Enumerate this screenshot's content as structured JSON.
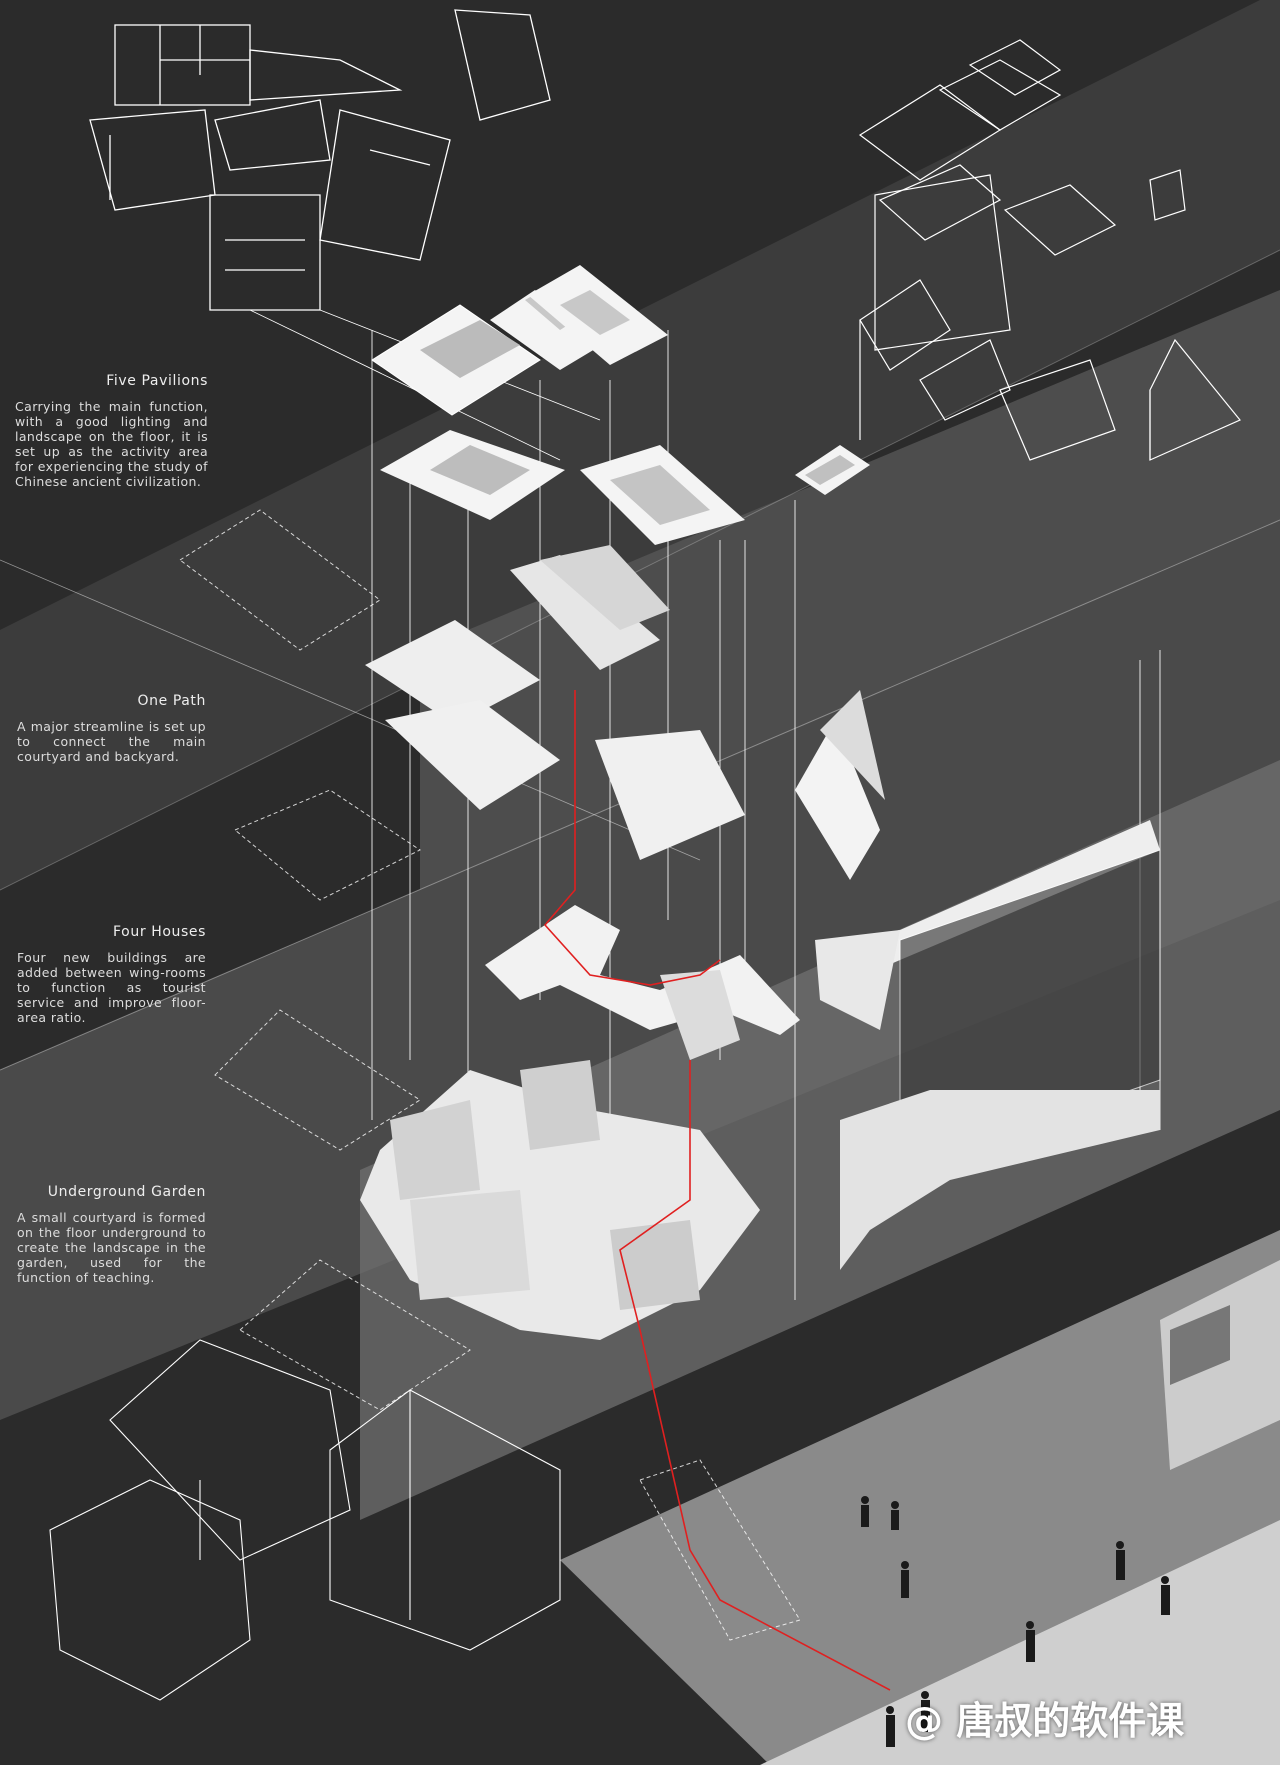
{
  "labels": [
    {
      "title": "Five Pavilions",
      "body": "Carrying the main function, with a good lighting and landscape on the floor, it is set up as the activity area for experiencing the study of Chinese ancient civilization."
    },
    {
      "title": "One Path",
      "body": "A major streamline is set up to connect the main courtyard and backyard."
    },
    {
      "title": "Four Houses",
      "body": "Four new buildings are added between wing-rooms to function as tourist service and improve floor-area ratio."
    },
    {
      "title": "Underground Garden",
      "body": "A small courtyard is formed on the floor underground to create the landscape in the garden, used for the function of teaching."
    }
  ],
  "watermark": "@ 唐叔的软件课",
  "colors": {
    "background": "#2b2b2b",
    "floor_band": "#6a6a6a",
    "street": "#cfcfcf",
    "building": "#f2f2f2",
    "linework": "#ffffff",
    "path_highlight": "#e02020"
  }
}
